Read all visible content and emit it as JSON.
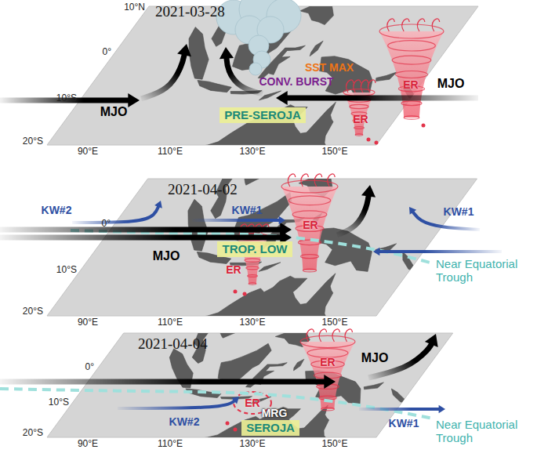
{
  "diagram": {
    "nodes": [
      {
        "text": [
          "PRE-SEROJA"
        ]
      },
      {
        "text": [
          "TROP. LOW"
        ]
      },
      {
        "text": [
          "SEROJA"
        ]
      }
    ],
    "labels": [
      "2021-03-28",
      "10°N",
      "0°",
      "10°S",
      "20°S",
      "90°E",
      "110°E",
      "130°E",
      "150°E",
      "MJO",
      "SST MAX",
      "CONV. BURST",
      "ER",
      "ER",
      "MJO",
      "2021-04-02",
      "0°",
      "10°S",
      "20°S",
      "90°E",
      "110°E",
      "130°E",
      "150°E",
      "KW#2",
      "KW#1",
      "ER",
      "KW#1",
      "MJO",
      "ER",
      "Near Equatorial Trough",
      "2021-04-04",
      "0°",
      "10°S",
      "20°S",
      "90°E",
      "110°E",
      "130°E",
      "150°E",
      "ER",
      "MJO",
      "ER",
      "MRG",
      "KW#2",
      "KW#1",
      "Near Equatorial Trough"
    ]
  }
}
